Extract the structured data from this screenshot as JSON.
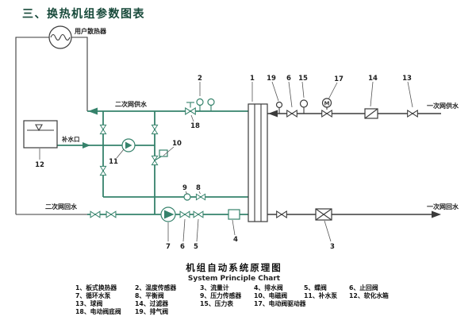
{
  "header": {
    "title": "三、换热机组参数图表"
  },
  "diagram": {
    "labels": {
      "radiator": "用户散热器",
      "secondary_supply": "二次网供水",
      "secondary_return": "二次网回水",
      "primary_supply": "一次网供水",
      "primary_return": "一次网回水",
      "makeup_port": "补水口",
      "motor": "M"
    },
    "callouts": {
      "n1": "1",
      "n2": "2",
      "n3": "3",
      "n4": "4",
      "n5": "5",
      "n6a": "6",
      "n6b": "6",
      "n7": "7",
      "n8": "8",
      "n9": "9",
      "n10": "10",
      "n11": "11",
      "n12": "12",
      "n13": "13",
      "n14": "14",
      "n15": "15",
      "n17": "17",
      "n18": "18",
      "n19": "19"
    },
    "footer": {
      "title_cn": "机组自动系统原理图",
      "title_en": "System Principle Chart"
    }
  },
  "legend": {
    "rows": [
      [
        "1、板式换热器",
        "2、温度传感器",
        "3、流量计",
        "4、排水阀",
        "5、蝶阀",
        "6、止回阀"
      ],
      [
        "7、循环水泵",
        "8、平衡阀",
        "9、压力传感器",
        "10、电磁阀",
        "11、补水泵",
        "12、软化水箱"
      ],
      [
        "13、球阀",
        "14、过滤器",
        "15、压力表",
        "17、电动阀驱动器"
      ],
      [
        "18、电动阀底阀",
        "19、排气阀"
      ]
    ]
  },
  "colors": {
    "pipe_green": "#35826b",
    "line_dark": "#3b3b3b",
    "title_color": "#17493a",
    "text_dark": "#1e1e1e"
  }
}
